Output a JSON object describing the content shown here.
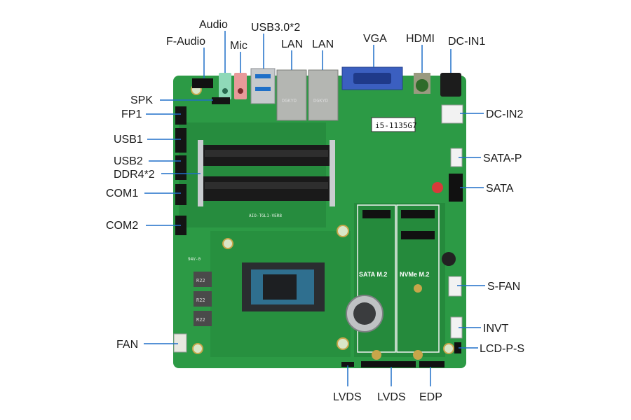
{
  "callouts": {
    "audio": "Audio",
    "usb30": "USB3.0*2",
    "f_audio": "F-Audio",
    "mic": "Mic",
    "lan1": "LAN",
    "lan2": "LAN",
    "vga": "VGA",
    "hdmi": "HDMI",
    "dc_in1": "DC-IN1",
    "spk": "SPK",
    "fp1": "FP1",
    "usb1": "USB1",
    "usb2": "USB2",
    "ddr4": "DDR4*2",
    "com1": "COM1",
    "com2": "COM2",
    "fan": "FAN",
    "dc_in2": "DC-IN2",
    "sata_p": "SATA-P",
    "sata": "SATA",
    "s_fan": "S-FAN",
    "invt": "INVT",
    "lcd_p_s": "LCD-P-S",
    "lvds1": "LVDS",
    "lvds2": "LVDS",
    "edp": "EDP"
  },
  "board": {
    "cpu_label": "i5-1135G7",
    "model_silk": "AIO-TGL1-VER8",
    "m2_sata": "SATA  M.2",
    "m2_nvme": "NVMe M.2",
    "lan_brand_1": "DGKYD",
    "lan_brand_2": "DGKYD",
    "inductor_1": "R22",
    "inductor_2": "R22",
    "inductor_3": "R22",
    "cert_silk": "94V-0",
    "colors": {
      "pcb": "#2c9a45",
      "pcb_dark": "#1f7a35",
      "accent": "#1f6fc8"
    }
  }
}
